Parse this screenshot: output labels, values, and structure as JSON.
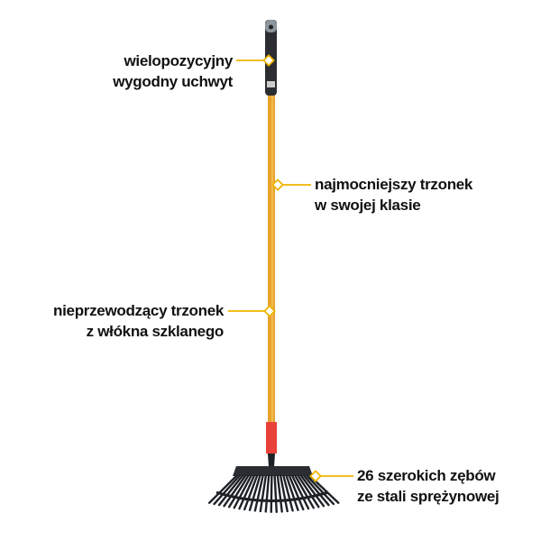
{
  "callouts": [
    {
      "id": "grip",
      "line1": "wielopozycyjny",
      "line2": "wygodny uchwyt"
    },
    {
      "id": "strongest",
      "line1": "najmocniejszy trzonek",
      "line2": "w swojej klasie"
    },
    {
      "id": "nonconductive",
      "line1": "nieprzewodzący trzonek",
      "line2": "z włókna szklanego"
    },
    {
      "id": "tines",
      "line1": "26 szerokich zębów",
      "line2": "ze stali sprężynowej"
    }
  ],
  "colors": {
    "accent": "#f0b400",
    "shaft": "#e8a32c",
    "ferrule": "#e8413a",
    "tines": "#1e2226"
  }
}
